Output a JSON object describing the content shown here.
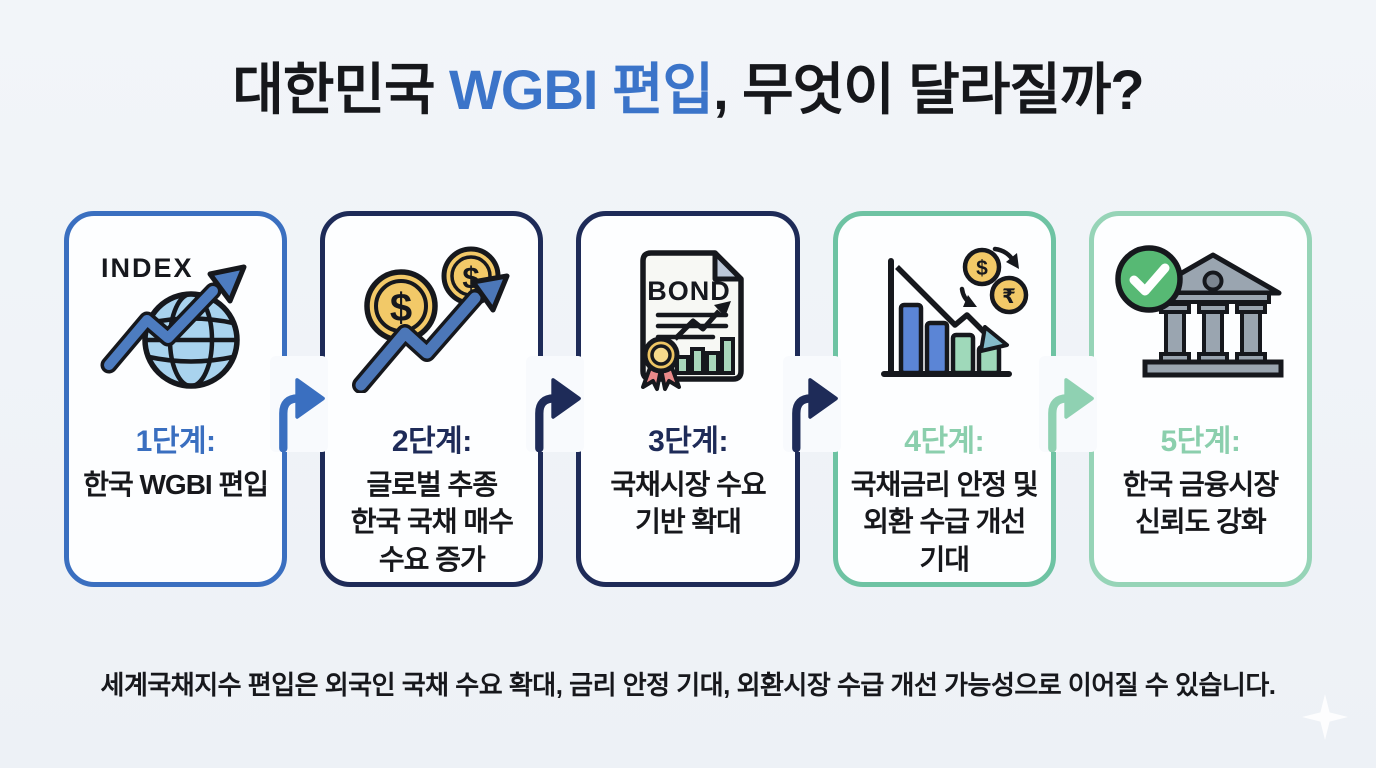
{
  "title": {
    "prefix": "대한민국 ",
    "highlight": "WGBI 편입",
    "suffix": ", 무엇이 달라질까?"
  },
  "steps": [
    {
      "label": "1단계:",
      "description": "한국 WGBI 편입",
      "icon": "globe-index-arrow-icon",
      "icon_caption": "INDEX",
      "accent_color": "#3a6fc0"
    },
    {
      "label": "2단계:",
      "description": "글로벌 추종\n한국 국채 매수\n수요 증가",
      "icon": "coins-rising-arrow-icon",
      "coin_symbol": "$",
      "accent_color": "#1e2b58"
    },
    {
      "label": "3단계:",
      "description": "국채시장 수요\n기반 확대",
      "icon": "bond-certificate-icon",
      "icon_caption": "BOND",
      "accent_color": "#1e2b58"
    },
    {
      "label": "4단계:",
      "description": "국채금리 안정 및\n외환 수급 개선\n기대",
      "icon": "declining-rates-currency-exchange-icon",
      "coin_symbols": [
        "$",
        "₹"
      ],
      "border_color": "#6ec3a3",
      "label_color": "#8bcfad"
    },
    {
      "label": "5단계:",
      "description": "한국 금융시장\n신뢰도 강화",
      "icon": "bank-checkmark-icon",
      "border_color": "#96d4b7",
      "label_color": "#8bcfad"
    }
  ],
  "connectors": [
    "#3a6fc0",
    "#1e2b58",
    "#1e2b58",
    "#8fd1b2"
  ],
  "footer": "세계국채지수 편입은 외국인 국채 수요 확대, 금리 안정 기대, 외환시장 수급 개선 가능성으로 이어질 수 있습니다.",
  "colors": {
    "background": "#eff2f7",
    "card_background": "#fdfeff",
    "title_text": "#16171b",
    "title_highlight": "#3b74c9",
    "body_text": "#17181c",
    "coin_gold": "#f2c968",
    "arrow_blue": "#4c77b8",
    "bar_blue": "#5b85d6",
    "bar_teal": "#9fd9ba",
    "globe_blue": "#a9d3ee",
    "bank_gray": "#9aa5b0",
    "check_green": "#57b974",
    "ribbon_pink": "#ea8a8a",
    "fold_gray_blue": "#bcc8d8"
  }
}
